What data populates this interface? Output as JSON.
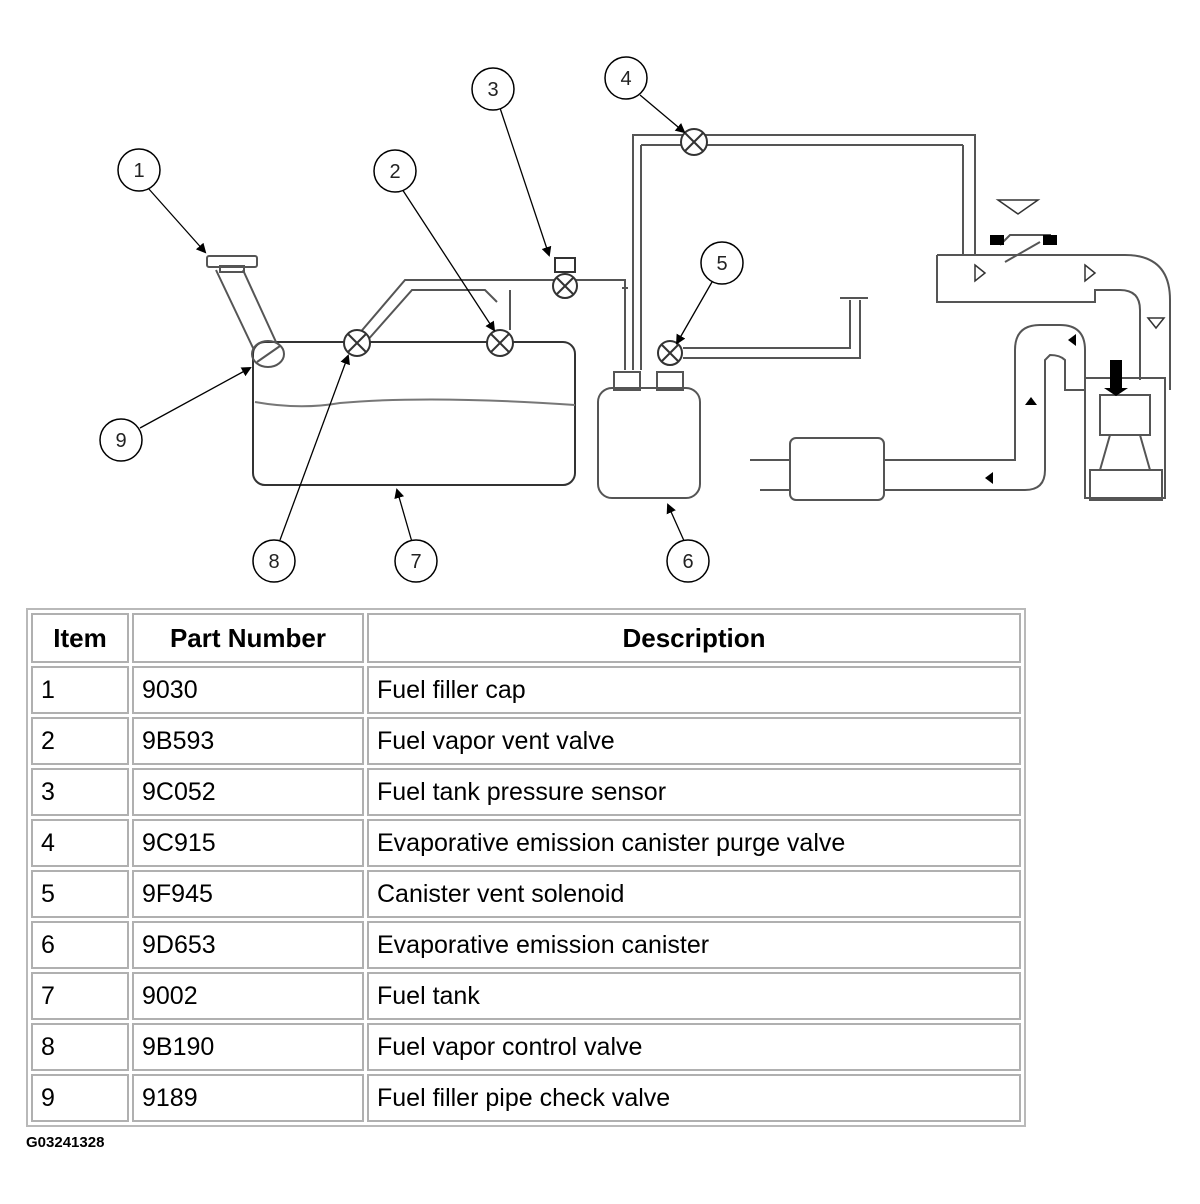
{
  "callouts": [
    "1",
    "2",
    "3",
    "4",
    "5",
    "6",
    "7",
    "8",
    "9"
  ],
  "table": {
    "headers": {
      "item": "Item",
      "part_number": "Part Number",
      "description": "Description"
    },
    "rows": [
      {
        "item": "1",
        "part_number": "9030",
        "description": "Fuel filler cap"
      },
      {
        "item": "2",
        "part_number": "9B593",
        "description": "Fuel vapor vent valve"
      },
      {
        "item": "3",
        "part_number": "9C052",
        "description": "Fuel tank pressure sensor"
      },
      {
        "item": "4",
        "part_number": "9C915",
        "description": "Evaporative emission canister purge valve"
      },
      {
        "item": "5",
        "part_number": "9F945",
        "description": "Canister vent solenoid"
      },
      {
        "item": "6",
        "part_number": "9D653",
        "description": "Evaporative emission canister"
      },
      {
        "item": "7",
        "part_number": "9002",
        "description": "Fuel tank"
      },
      {
        "item": "8",
        "part_number": "9B190",
        "description": "Fuel vapor control valve"
      },
      {
        "item": "9",
        "part_number": "9189",
        "description": "Fuel filler pipe check valve"
      }
    ]
  },
  "figure_code": "G03241328"
}
